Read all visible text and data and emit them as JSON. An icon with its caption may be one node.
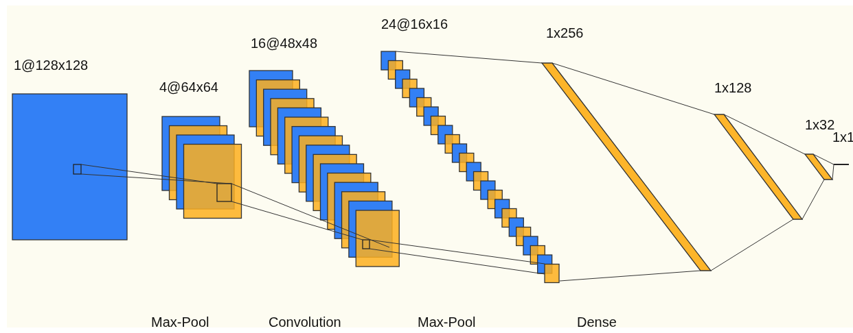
{
  "diagram": {
    "labels": [
      "1@128x128",
      "4@64x64",
      "16@48x48",
      "24@16x16",
      "1x256",
      "1x128",
      "1x32",
      "1x1",
      "Max-Pool",
      "Convolution",
      "Max-Pool",
      "Dense"
    ]
  }
}
